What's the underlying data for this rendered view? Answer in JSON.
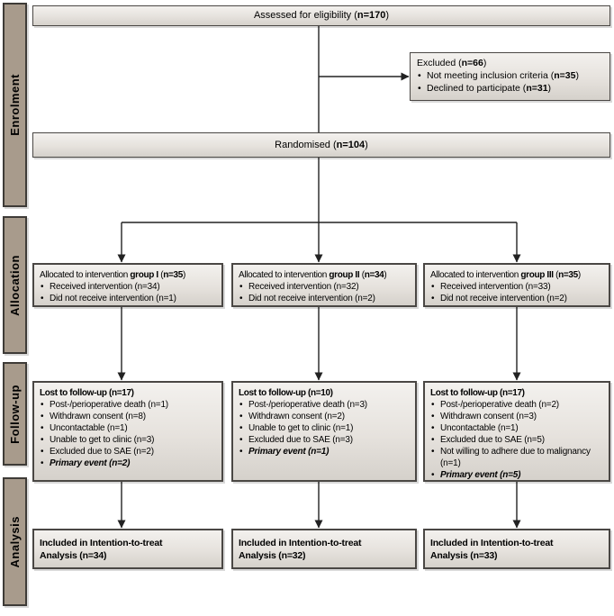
{
  "colors": {
    "sidebar_bg": "#a89b8c",
    "sidebar_border": "#3e3b37",
    "box_border": "#4a4744",
    "box_grad_top": "#f3f1ee",
    "box_grad_bottom": "#d5d1cb",
    "arrow": "#222222",
    "text": "#000000",
    "page_bg": "#ffffff"
  },
  "sidebar": {
    "sections": [
      {
        "label": "Enrolment"
      },
      {
        "label": "Allocation"
      },
      {
        "label": "Follow-up"
      },
      {
        "label": "Analysis"
      }
    ]
  },
  "enrolment": {
    "assessed": {
      "line": [
        {
          "t": "Assessed for eligibility ("
        },
        {
          "t": "n=170",
          "b": true
        },
        {
          "t": ")"
        }
      ]
    },
    "excluded": {
      "header": [
        {
          "t": "Excluded ("
        },
        {
          "t": "n=66",
          "b": true
        },
        {
          "t": ")"
        }
      ],
      "items": [
        [
          {
            "t": "Not meeting inclusion criteria ("
          },
          {
            "t": "n=35",
            "b": true
          },
          {
            "t": ")"
          }
        ],
        [
          {
            "t": "Declined to participate ("
          },
          {
            "t": "n=31",
            "b": true
          },
          {
            "t": ")"
          }
        ]
      ]
    },
    "randomised": {
      "line": [
        {
          "t": "Randomised ("
        },
        {
          "t": "n=104",
          "b": true
        },
        {
          "t": ")"
        }
      ]
    }
  },
  "allocation": {
    "boxes": [
      {
        "header": [
          {
            "t": "Allocated to intervention "
          },
          {
            "t": "group I",
            "b": true
          },
          {
            "t": " ("
          },
          {
            "t": "n=35",
            "b": true
          },
          {
            "t": ")"
          }
        ],
        "items": [
          [
            {
              "t": "Received intervention (n=34)"
            }
          ],
          [
            {
              "t": "Did not receive intervention (n=1)"
            }
          ]
        ]
      },
      {
        "header": [
          {
            "t": "Allocated to intervention "
          },
          {
            "t": "group II",
            "b": true
          },
          {
            "t": " ("
          },
          {
            "t": "n=34",
            "b": true
          },
          {
            "t": ")"
          }
        ],
        "items": [
          [
            {
              "t": "Received intervention (n=32)"
            }
          ],
          [
            {
              "t": "Did not receive intervention (n=2)"
            }
          ]
        ]
      },
      {
        "header": [
          {
            "t": "Allocated to intervention "
          },
          {
            "t": "group III",
            "b": true
          },
          {
            "t": " ("
          },
          {
            "t": "n=35",
            "b": true
          },
          {
            "t": ")"
          }
        ],
        "items": [
          [
            {
              "t": "Received intervention (n=33)"
            }
          ],
          [
            {
              "t": "Did not receive intervention (n=2)"
            }
          ]
        ]
      }
    ]
  },
  "followup": {
    "boxes": [
      {
        "header": [
          {
            "t": "Lost to follow-up (n=17)",
            "b": true
          }
        ],
        "items": [
          [
            {
              "t": "Post-/perioperative death (n=1)"
            }
          ],
          [
            {
              "t": "Withdrawn consent (n=8)"
            }
          ],
          [
            {
              "t": "Uncontactable (n=1)"
            }
          ],
          [
            {
              "t": "Unable to get to clinic (n=3)"
            }
          ],
          [
            {
              "t": "Excluded due to SAE (n=2)"
            }
          ],
          [
            {
              "t": "Primary event (n=2)",
              "b": true,
              "i": true
            }
          ]
        ]
      },
      {
        "header": [
          {
            "t": "Lost to follow-up (n=10)",
            "b": true
          }
        ],
        "items": [
          [
            {
              "t": "Post-/perioperative death (n=3)"
            }
          ],
          [
            {
              "t": "Withdrawn consent (n=2)"
            }
          ],
          [
            {
              "t": "Unable to get to clinic (n=1)"
            }
          ],
          [
            {
              "t": "Excluded due to SAE (n=3)"
            }
          ],
          [
            {
              "t": "Primary event (n=1)",
              "b": true,
              "i": true
            }
          ]
        ]
      },
      {
        "header": [
          {
            "t": "Lost to follow-up (n=17)",
            "b": true
          }
        ],
        "items": [
          [
            {
              "t": "Post-/perioperative death (n=2)"
            }
          ],
          [
            {
              "t": "Withdrawn consent (n=3)"
            }
          ],
          [
            {
              "t": "Uncontactable (n=1)"
            }
          ],
          [
            {
              "t": "Excluded due to SAE (n=5)"
            }
          ],
          [
            {
              "t": "Not willing to adhere due to malignancy (n=1)"
            }
          ],
          [
            {
              "t": "Primary event (n=5)",
              "b": true,
              "i": true
            }
          ]
        ]
      }
    ]
  },
  "analysis": {
    "boxes": [
      {
        "lines": [
          [
            {
              "t": "Included in Intention-to-treat",
              "b": true
            }
          ],
          [
            {
              "t": "Analysis (n=34)",
              "b": true
            }
          ]
        ]
      },
      {
        "lines": [
          [
            {
              "t": "Included in Intention-to-treat",
              "b": true
            }
          ],
          [
            {
              "t": "Analysis (n=32)",
              "b": true
            }
          ]
        ]
      },
      {
        "lines": [
          [
            {
              "t": "Included in Intention-to-treat",
              "b": true
            }
          ],
          [
            {
              "t": "Analysis (n=33)",
              "b": true
            }
          ]
        ]
      }
    ]
  }
}
